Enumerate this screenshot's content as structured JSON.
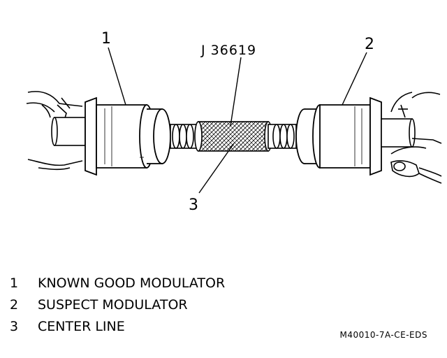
{
  "diagram": {
    "tool_label": "J 36619",
    "callouts": [
      "1",
      "2",
      "3"
    ]
  },
  "legend": {
    "items": [
      {
        "number": "1",
        "text": "KNOWN GOOD MODULATOR"
      },
      {
        "number": "2",
        "text": "SUSPECT MODULATOR"
      },
      {
        "number": "3",
        "text": "CENTER LINE"
      }
    ]
  },
  "figure_id": "M40010-7A-CE-EDS"
}
